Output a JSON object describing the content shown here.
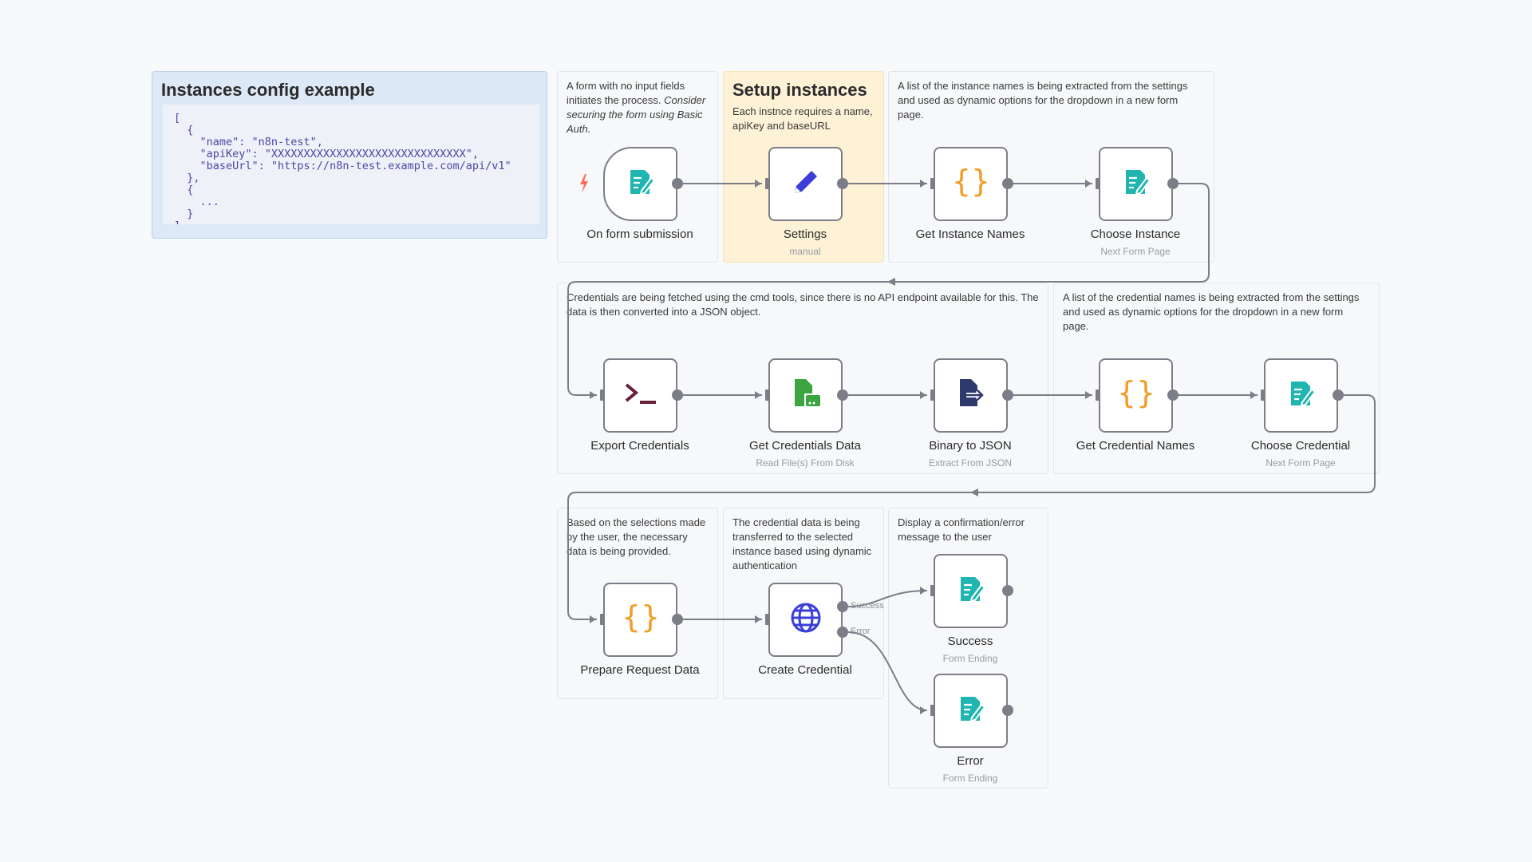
{
  "notes": {
    "config": {
      "title": "Instances config example",
      "code": "[\n  {\n    \"name\": \"n8n-test\",\n    \"apiKey\": \"XXXXXXXXXXXXXXXXXXXXXXXXXXXXXX\",\n    \"baseUrl\": \"https://n8n-test.example.com/api/v1\"\n  },\n  {\n    ...\n  }\n]"
    },
    "form_note": {
      "text": "A form with no input fields initiates the process.",
      "italic": "Consider securing the form using Basic Auth."
    },
    "setup": {
      "title": "Setup instances",
      "text": "Each instnce requires a name, apiKey and baseURL"
    },
    "instance_names": {
      "text": "A list of the instance names is being extracted from the settings and used as dynamic options for the dropdown in a new form page."
    },
    "credentials_fetch": {
      "text": "Credentials are being fetched using the cmd tools, since there is no API endpoint available for this. The data is then converted into a JSON object."
    },
    "credential_names": {
      "text": "A list of the credential names is being extracted from the settings and used as dynamic options for the dropdown in a new form page."
    },
    "prepare": {
      "text": "Based on the selections made by the user, the necessary data is being provided."
    },
    "transfer": {
      "text": "The credential data is being transferred to the selected instance based using dynamic authentication"
    },
    "display": {
      "text": "Display a confirmation/error message to the user"
    }
  },
  "nodes": {
    "form_submission": {
      "label": "On form submission",
      "icon": "form-icon"
    },
    "settings": {
      "label": "Settings",
      "sub": "manual",
      "icon": "pencil-icon"
    },
    "get_instance_names": {
      "label": "Get Instance Names",
      "icon": "code-braces-icon"
    },
    "choose_instance": {
      "label": "Choose Instance",
      "sub": "Next Form Page",
      "icon": "form-icon"
    },
    "export_credentials": {
      "label": "Export Credentials",
      "icon": "terminal-icon"
    },
    "get_credentials_data": {
      "label": "Get Credentials Data",
      "sub": "Read File(s) From Disk",
      "icon": "file-disk-icon"
    },
    "binary_to_json": {
      "label": "Binary to JSON",
      "sub": "Extract From JSON",
      "icon": "file-export-icon"
    },
    "get_credential_names": {
      "label": "Get Credential Names",
      "icon": "code-braces-icon"
    },
    "choose_credential": {
      "label": "Choose Credential",
      "sub": "Next Form Page",
      "icon": "form-icon"
    },
    "prepare_request": {
      "label": "Prepare Request Data",
      "icon": "code-braces-icon"
    },
    "create_credential": {
      "label": "Create Credential",
      "icon": "globe-icon",
      "outputs": [
        "Success",
        "Error"
      ]
    },
    "success": {
      "label": "Success",
      "sub": "Form Ending",
      "icon": "form-icon"
    },
    "error": {
      "label": "Error",
      "sub": "Form Ending",
      "icon": "form-icon"
    }
  },
  "colors": {
    "form": "#20b5b0",
    "code": "#f39c26",
    "pencil": "#3b3fd8",
    "terminal": "#6b1f3a",
    "file": "#3aa541",
    "binary": "#2e3a6e",
    "globe": "#3b3fd8",
    "trigger": "#ff6d5a"
  }
}
